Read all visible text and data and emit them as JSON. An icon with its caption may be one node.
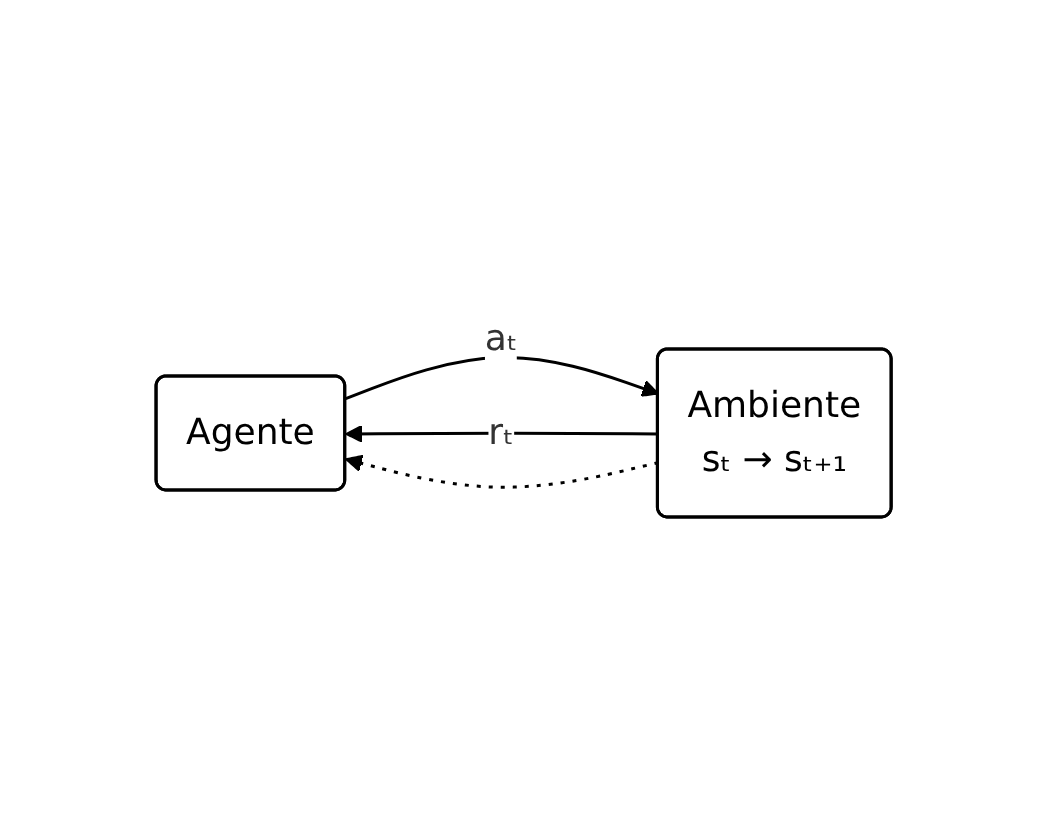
{
  "diagram": {
    "nodes": [
      {
        "text": [
          "Agente"
        ]
      },
      {
        "text": [
          "Ambiente",
          "sₜ → sₜ₊₁"
        ]
      }
    ],
    "edges": [
      {
        "from": 0,
        "to": 1,
        "arrow": "to",
        "label": "aₜ"
      },
      {
        "from": 1,
        "to": 0,
        "arrow": "to",
        "label": "rₜ"
      },
      {
        "from": 1,
        "to": 0,
        "arrow": "to",
        "style": "dashed"
      }
    ]
  }
}
